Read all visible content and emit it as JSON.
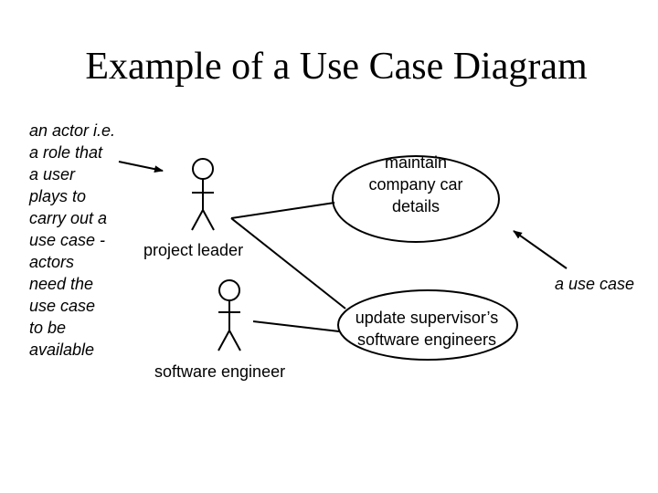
{
  "title": "Example of a Use Case Diagram",
  "actor_note": {
    "lines": [
      "an actor i.e.",
      "a role that",
      "a user",
      "plays to",
      "carry out a",
      "use case -",
      "actors",
      "need the",
      "use case",
      "to be",
      "available"
    ]
  },
  "actors": {
    "project_leader": "project leader",
    "software_engineer": "software engineer"
  },
  "use_cases": {
    "maintain": [
      "maintain",
      "company car",
      "details"
    ],
    "update": [
      "update supervisor’s",
      "software engineers"
    ]
  },
  "use_case_note": "a use case"
}
